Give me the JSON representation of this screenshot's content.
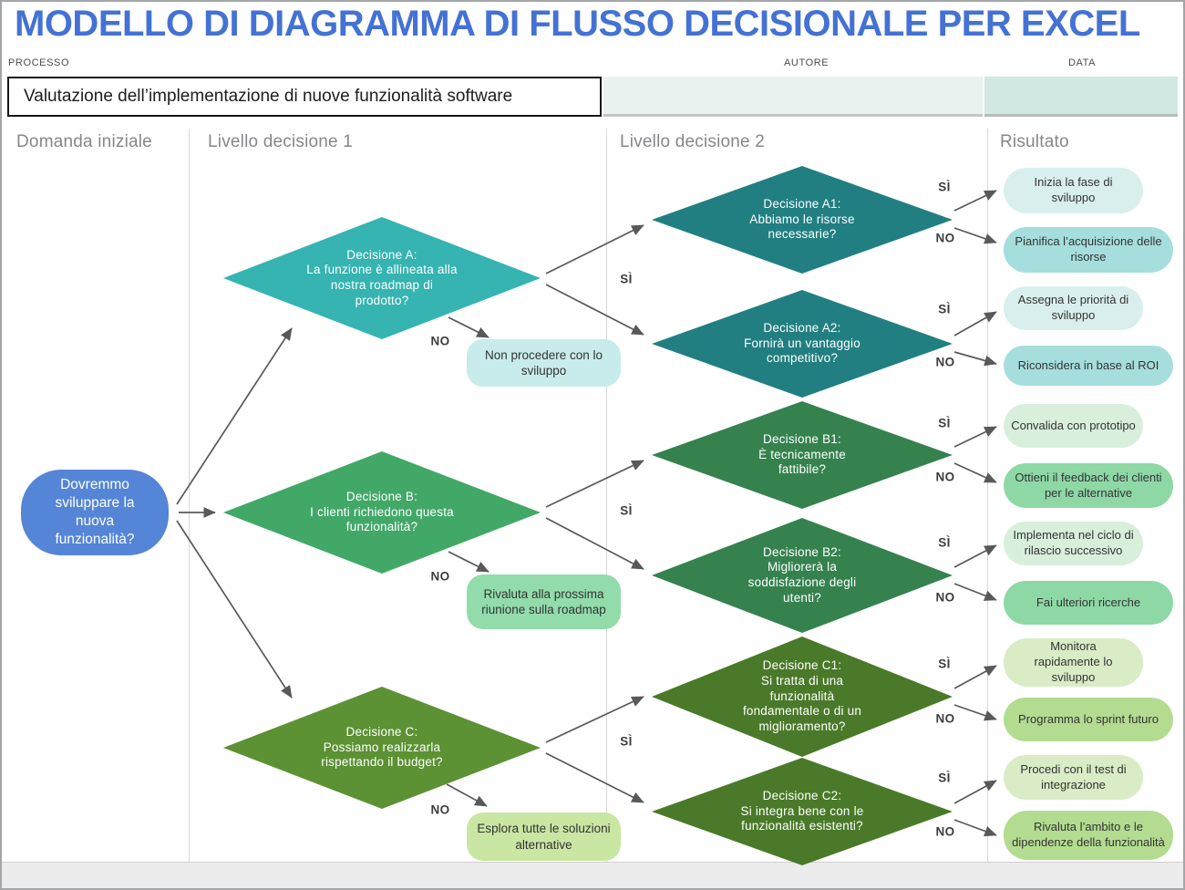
{
  "header": {
    "title": "MODELLO DI DIAGRAMMA DI FLUSSO DECISIONALE PER EXCEL",
    "process_label": "PROCESSO",
    "author_label": "AUTORE",
    "date_label": "DATA",
    "process_value": "Valutazione dell’implementazione di nuove funzionalità software",
    "author_value": "",
    "date_value": ""
  },
  "columns": [
    "Domanda iniziale",
    "Livello decisione 1",
    "Livello decisione 2",
    "Risultato"
  ],
  "branch_labels": {
    "yes": "SÌ",
    "no": "NO"
  },
  "colors": {
    "title": "#4472d4",
    "start": "#5585d6",
    "level1_a": "#35b4b1",
    "level2_a": "#217f81",
    "level1_b": "#42a868",
    "level2_b": "#35824f",
    "level1_c": "#5c9134",
    "level2_c": "#4a7a29",
    "result_a_light": "#d8efee",
    "result_a_mid": "#a5dedd",
    "result_b_light": "#d8efdc",
    "result_b_mid": "#8ed8a6",
    "result_c_light": "#d9ecc6",
    "result_c_mid": "#b3dc90",
    "side_a": "#c7eceb",
    "side_b": "#92dcab",
    "side_c": "#c9e6a3",
    "author_cell": "#e9f2ef",
    "date_cell": "#d2e8e2"
  },
  "start": {
    "text": "Dovremmo sviluppare la nuova funzionalità?"
  },
  "level1": [
    {
      "name": "Decisione A:",
      "question": "La funzione è allineata alla nostra roadmap di prodotto?",
      "no_outcome": "Non procedere con lo sviluppo"
    },
    {
      "name": "Decisione B:",
      "question": "I clienti richiedono questa funzionalità?",
      "no_outcome": "Rivaluta alla prossima riunione sulla roadmap"
    },
    {
      "name": "Decisione C:",
      "question": "Possiamo realizzarla rispettando il budget?",
      "no_outcome": "Esplora tutte le soluzioni alternative"
    }
  ],
  "level2": [
    {
      "name": "Decisione A1:",
      "question": "Abbiamo le risorse necessarie?",
      "yes_result": "Inizia la fase di sviluppo",
      "no_result": "Pianifica l’acquisizione delle risorse"
    },
    {
      "name": "Decisione A2:",
      "question": "Fornirà un vantaggio competitivo?",
      "yes_result": "Assegna le priorità di sviluppo",
      "no_result": "Riconsidera in base al ROI"
    },
    {
      "name": "Decisione B1:",
      "question": "È tecnicamente fattibile?",
      "yes_result": "Convalida con prototipo",
      "no_result": "Ottieni il feedback dei clienti per le alternative"
    },
    {
      "name": "Decisione B2:",
      "question": "Migliorerà la soddisfazione degli utenti?",
      "yes_result": "Implementa nel ciclo di rilascio successivo",
      "no_result": "Fai ulteriori ricerche"
    },
    {
      "name": "Decisione C1:",
      "question": "Si tratta di una funzionalità fondamentale o di un miglioramento?",
      "yes_result": "Monitora rapidamente lo sviluppo",
      "no_result": "Programma lo sprint futuro"
    },
    {
      "name": "Decisione C2:",
      "question": "Si integra bene con le funzionalità esistenti?",
      "yes_result": "Procedi con il test di integrazione",
      "no_result": "Rivaluta l’ambito e le dipendenze della funzionalità"
    }
  ]
}
